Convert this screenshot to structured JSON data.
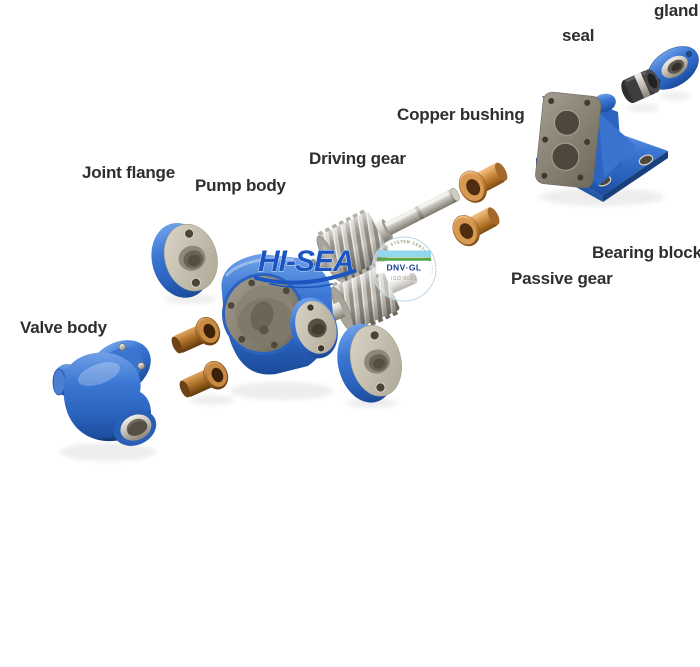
{
  "labels": [
    {
      "id": "gland",
      "text": "gland"
    },
    {
      "id": "seal",
      "text": "seal"
    },
    {
      "id": "copper-bushing",
      "text": "Copper bushing"
    },
    {
      "id": "driving-gear",
      "text": "Driving gear"
    },
    {
      "id": "joint-flange",
      "text": "Joint flange"
    },
    {
      "id": "pump-body",
      "text": "Pump body"
    },
    {
      "id": "bearing-block",
      "text": "Bearing block"
    },
    {
      "id": "passive-gear",
      "text": "Passive gear"
    },
    {
      "id": "valve-body",
      "text": "Valve body"
    }
  ],
  "watermark": {
    "text": "HI-SEA",
    "color": "#1b55c2"
  },
  "badge": {
    "arc_text": "MANAGEMENT SYSTEM CERTIFICATION",
    "brand": "DNV·GL",
    "cert": "ISO 9001",
    "colors": {
      "bar_blue": "#93d7ef",
      "bar_green": "#57a94a",
      "brand_blue": "#1c3f94"
    }
  },
  "colors": {
    "background": "#ffffff",
    "label_text": "#2e2e2e",
    "part_blue": "#2e6cc8",
    "copper": "#c9873e",
    "metal": "#b9b5ad"
  }
}
